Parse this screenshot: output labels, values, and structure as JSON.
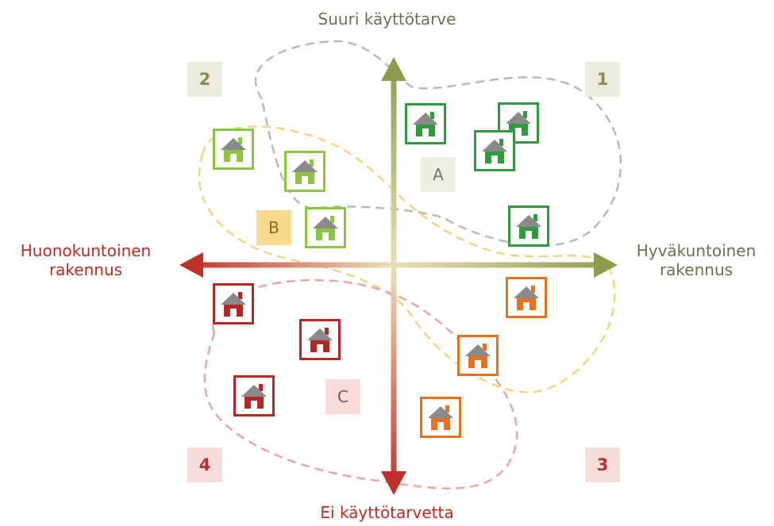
{
  "axes": {
    "top": "Suuri käyttötarve",
    "bottom": "Ei käyttötarvetta",
    "left_line1": "Huonokuntoinen",
    "left_line2": "rakennus",
    "right_line1": "Hyväkuntoinen",
    "right_line2": "rakennus"
  },
  "quadrants": {
    "q1": "1",
    "q2": "2",
    "q3": "3",
    "q4": "4"
  },
  "zones": {
    "a": "A",
    "b": "B",
    "c": "C"
  },
  "colors": {
    "dark_green": "#2e9b3c",
    "light_green": "#8cc63f",
    "red": "#b82525",
    "orange": "#e8701e",
    "olive": "#9a9a55",
    "house_gray": "#8a8a8a"
  },
  "houses": [
    {
      "group": "A",
      "color": "dark_green",
      "icon": "house-icon"
    },
    {
      "group": "A",
      "color": "dark_green",
      "icon": "house-icon"
    },
    {
      "group": "A",
      "color": "dark_green",
      "icon": "house-icon"
    },
    {
      "group": "A",
      "color": "dark_green",
      "icon": "house-icon"
    },
    {
      "group": "B",
      "color": "light_green",
      "icon": "house-icon"
    },
    {
      "group": "B",
      "color": "light_green",
      "icon": "house-icon"
    },
    {
      "group": "B",
      "color": "light_green",
      "icon": "house-icon"
    },
    {
      "group": "C",
      "color": "red",
      "icon": "house-icon"
    },
    {
      "group": "C",
      "color": "red",
      "icon": "house-icon"
    },
    {
      "group": "C",
      "color": "red",
      "icon": "house-icon"
    },
    {
      "group": "3",
      "color": "orange",
      "icon": "house-icon"
    },
    {
      "group": "3",
      "color": "orange",
      "icon": "house-icon"
    },
    {
      "group": "3",
      "color": "orange",
      "icon": "house-icon"
    }
  ]
}
